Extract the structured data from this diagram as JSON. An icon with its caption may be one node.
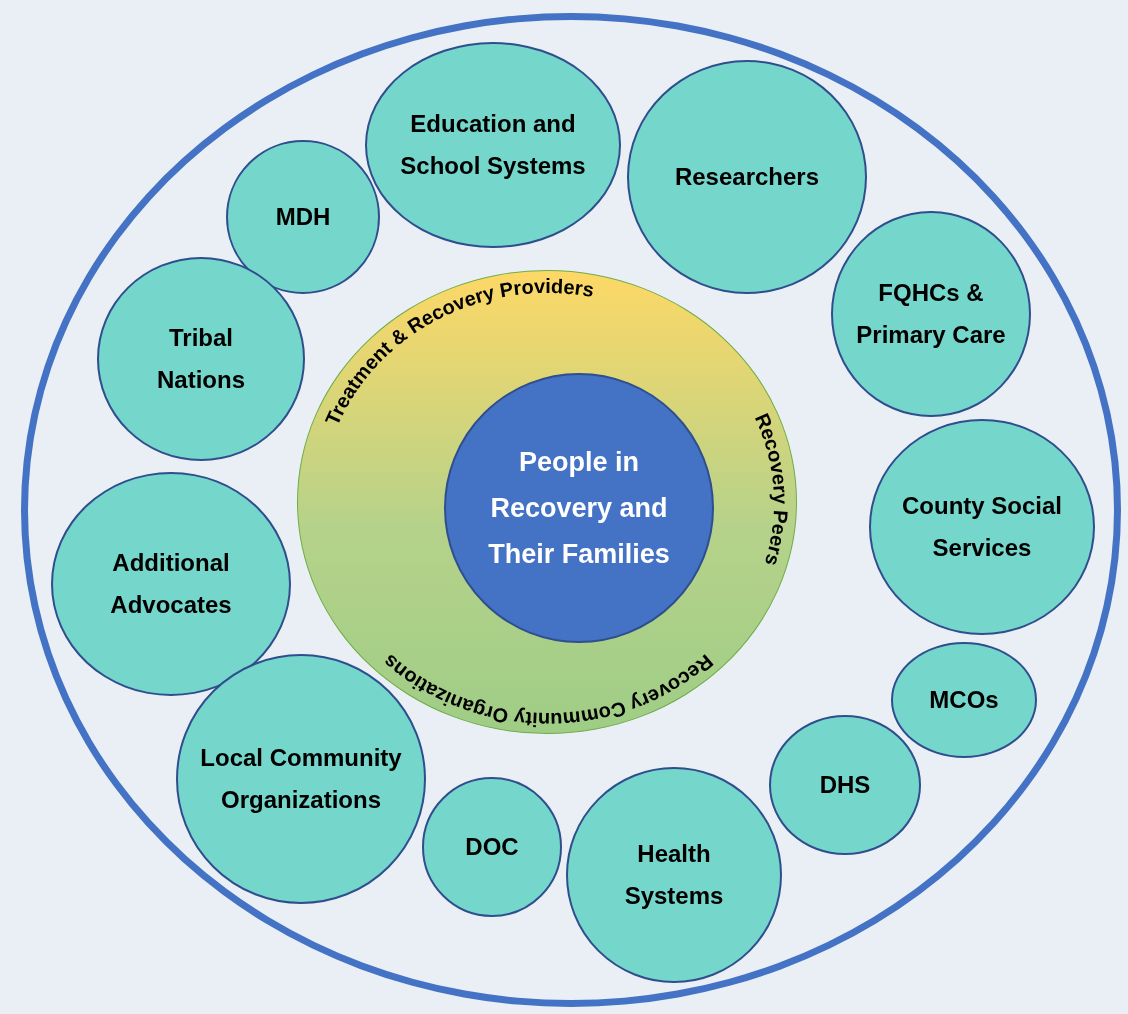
{
  "diagram": {
    "nodes": [
      {
        "text": [],
        "shape": "circle"
      },
      {
        "text": [
          "Treatment & Recovery Providers",
          "Recovery Peers",
          "Recovery Community Organizations"
        ],
        "in": 0
      },
      {
        "text": [
          "People in Recovery and Their Families"
        ],
        "in": 1
      },
      {
        "text": [
          "Education and School Systems"
        ],
        "in": 0
      },
      {
        "text": [
          "Researchers"
        ],
        "in": 0
      },
      {
        "text": [
          "MDH"
        ],
        "in": 0
      },
      {
        "text": [
          "FQHCs & Primary Care"
        ],
        "in": 0
      },
      {
        "text": [
          "Tribal Nations"
        ],
        "in": 0
      },
      {
        "text": [
          "County Social Services"
        ],
        "in": 0
      },
      {
        "text": [
          "Additional Advocates"
        ],
        "in": 0
      },
      {
        "text": [
          "MCOs"
        ],
        "in": 0
      },
      {
        "text": [
          "Local Community Organizations"
        ],
        "in": 0
      },
      {
        "text": [
          "DHS"
        ],
        "in": 0
      },
      {
        "text": [
          "DOC"
        ],
        "in": 0
      },
      {
        "text": [
          "Health Systems"
        ],
        "in": 0
      }
    ]
  }
}
